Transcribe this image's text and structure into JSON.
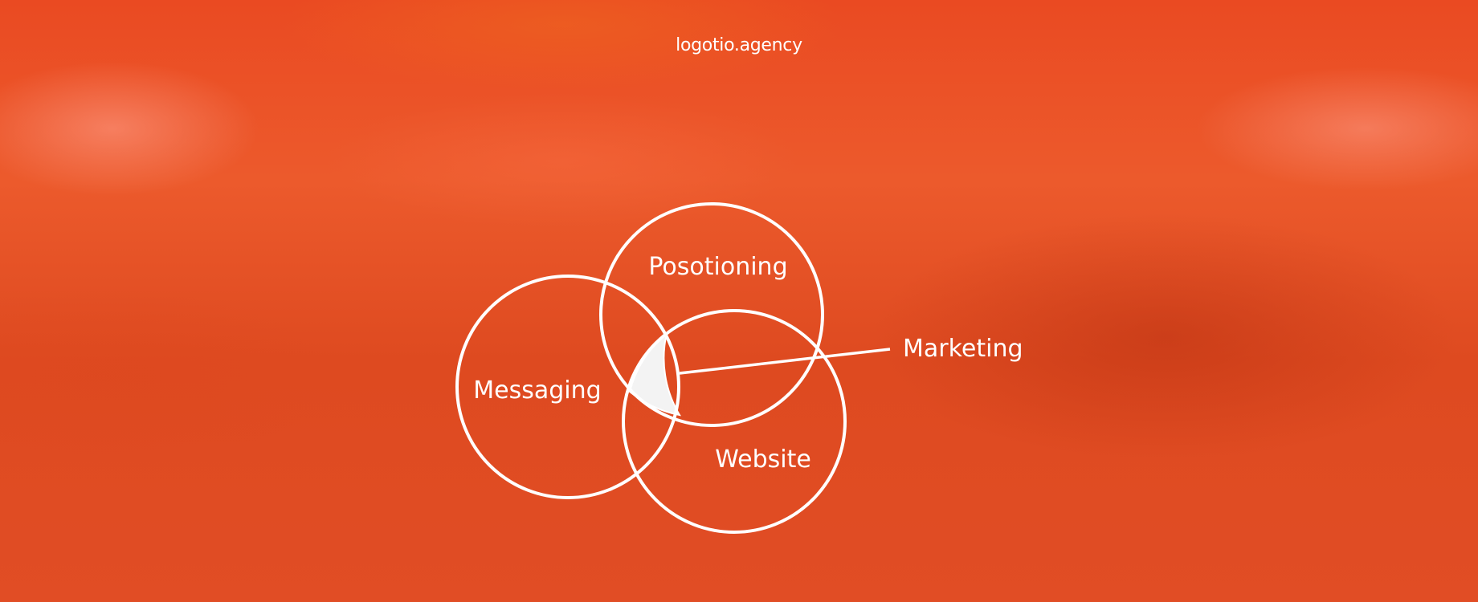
{
  "header": {
    "logo_text": "logotio.agency"
  },
  "diagram": {
    "type": "venn",
    "sets": [
      {
        "key": "messaging",
        "label": "Messaging"
      },
      {
        "key": "positioning",
        "label": "Posotioning"
      },
      {
        "key": "website",
        "label": "Website"
      }
    ],
    "intersection_label": "Marketing"
  },
  "colors": {
    "background": "#e64a22",
    "stroke": "#ffffff",
    "highlight_fill": "#f3f3f3"
  }
}
